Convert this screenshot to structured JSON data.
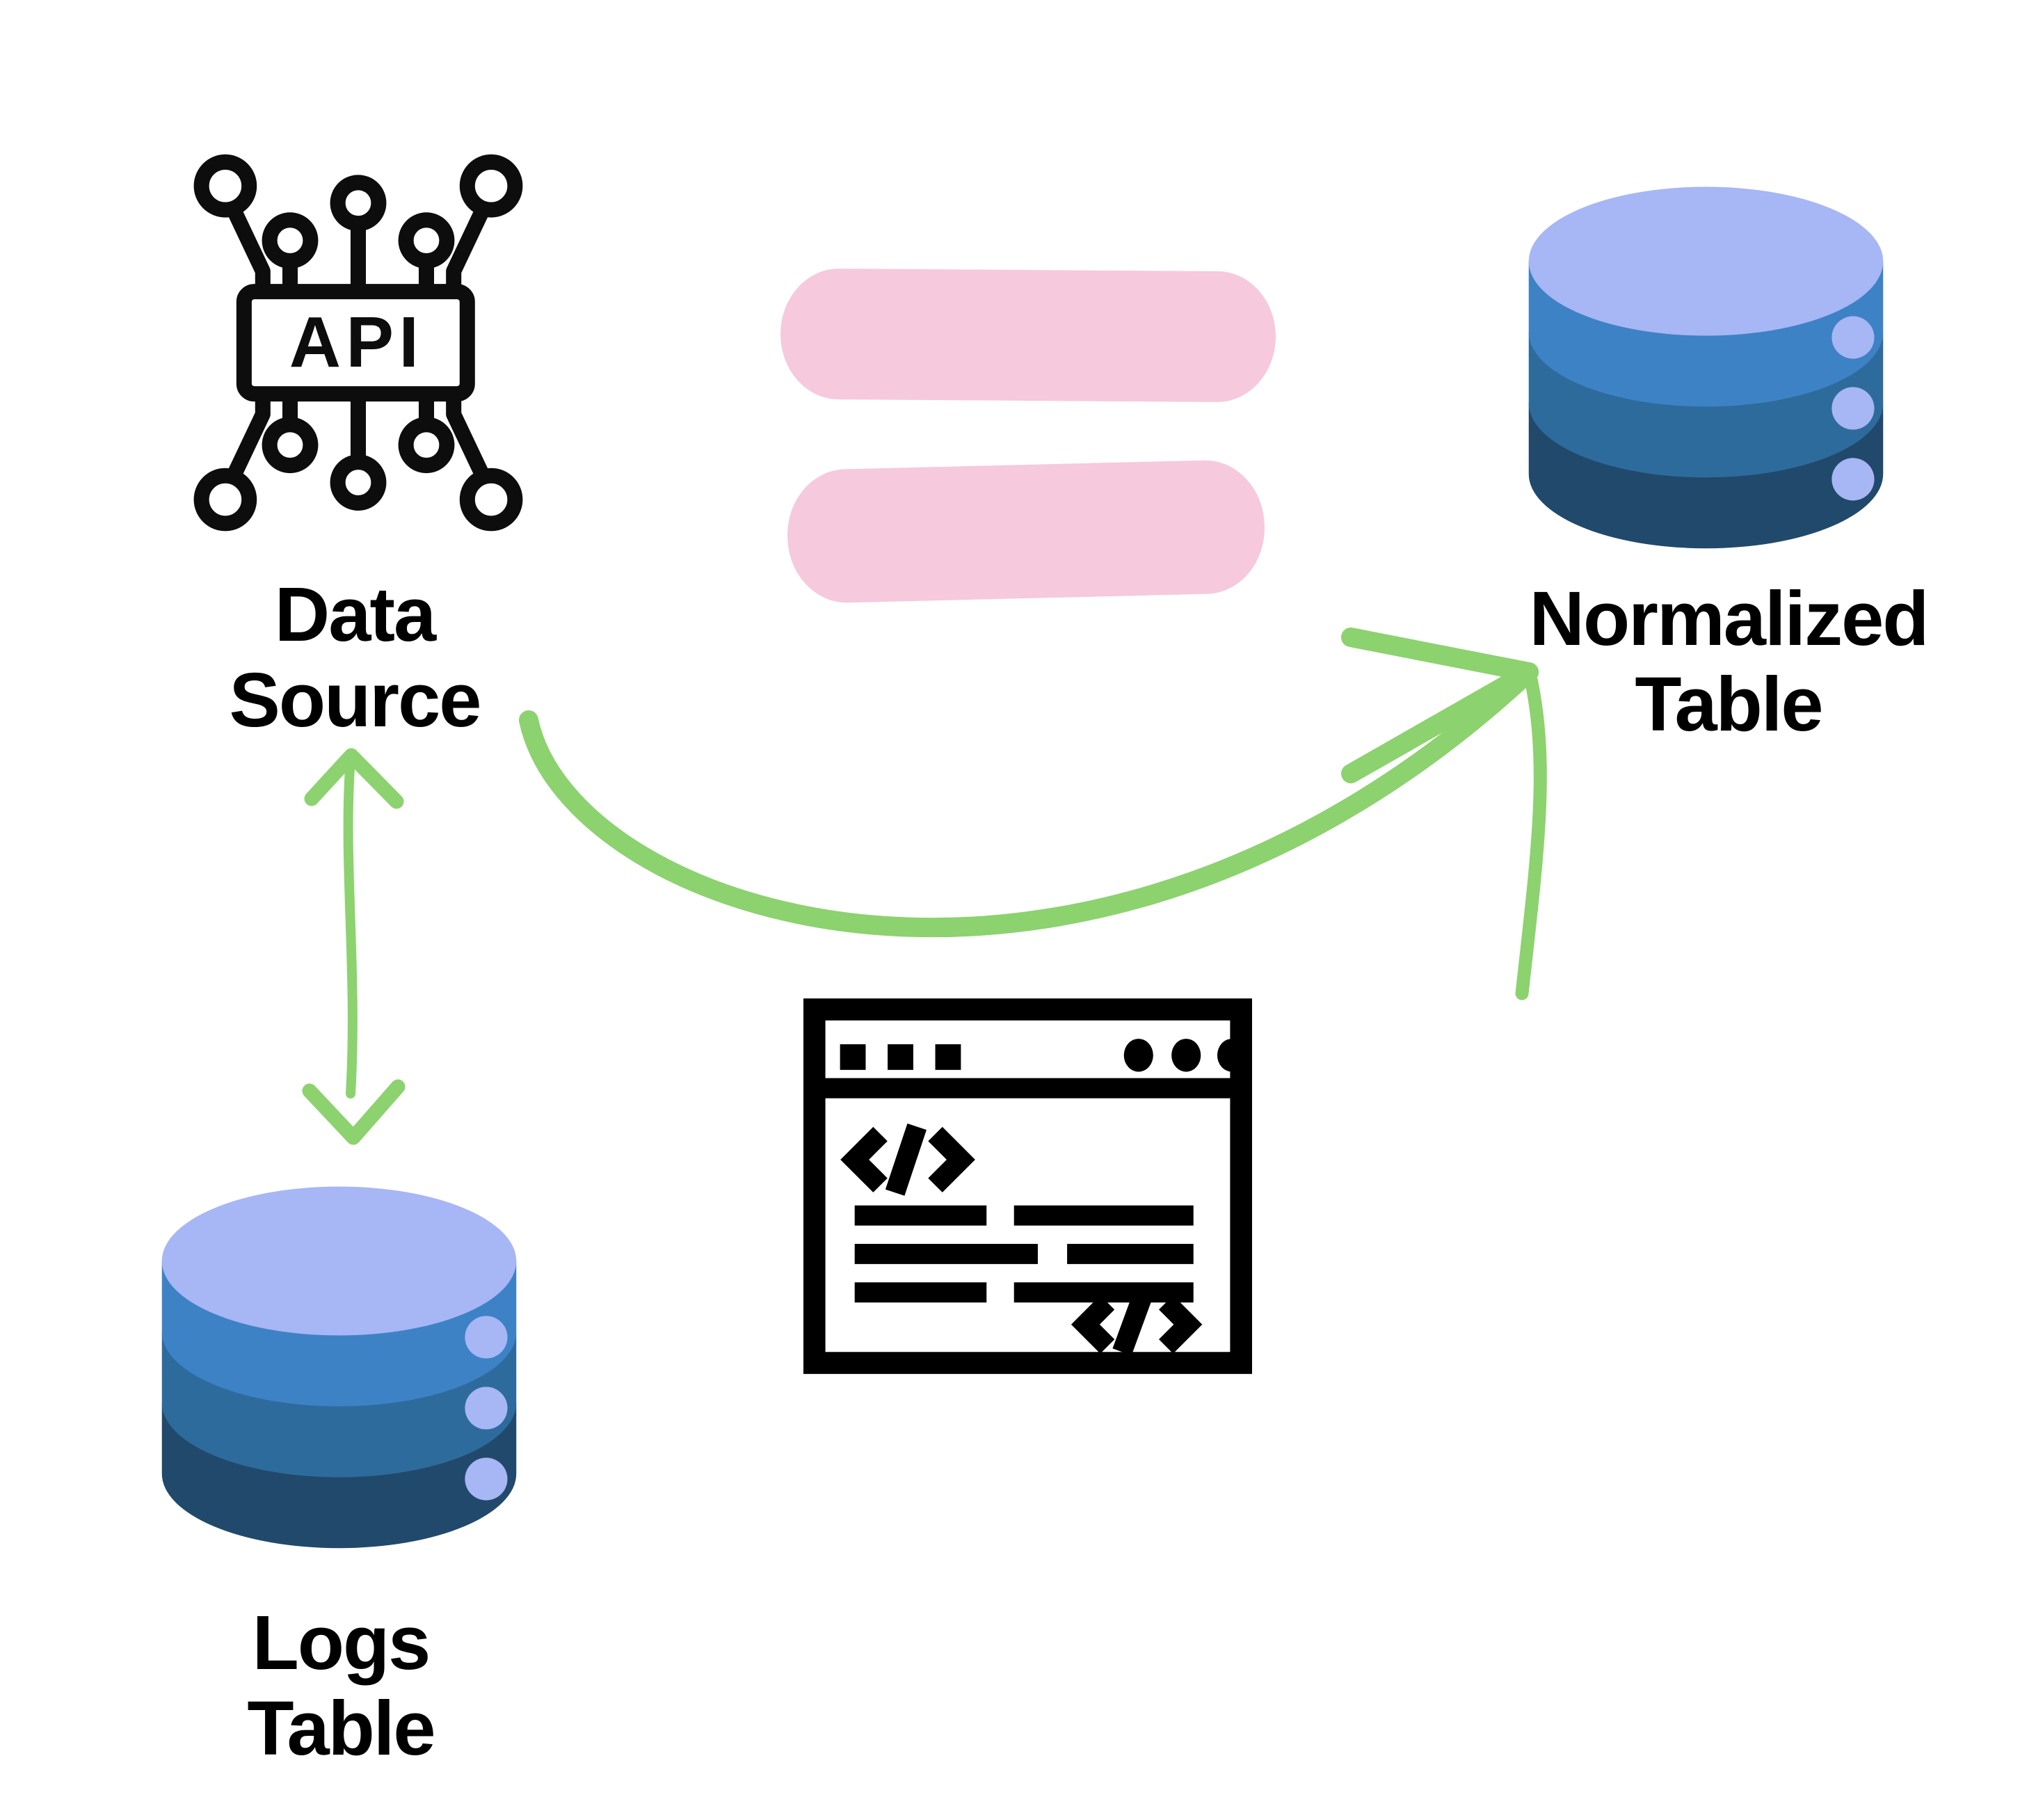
{
  "diagram": {
    "title": "ETL normalization diagram",
    "nodes": {
      "data_source": {
        "label_lines": [
          "Data",
          "Source"
        ],
        "icon": "api-icon",
        "api_text": "API"
      },
      "normalized_table": {
        "label_lines": [
          "Normalized",
          "Table"
        ],
        "icon": "database-icon"
      },
      "logs_table": {
        "label_lines": [
          "Logs",
          "Table"
        ],
        "icon": "database-icon"
      },
      "equals_sign": {
        "icon": "equals-sign",
        "meaning": "equivalence between source and normalized table"
      },
      "code_window": {
        "icon": "code-window-icon",
        "meaning": "transformation code"
      }
    },
    "edges": [
      {
        "from": "data_source",
        "to": "logs_table",
        "style": "double-headed-vertical-arrow",
        "color_name": "green"
      },
      {
        "from": "data_source",
        "to": "normalized_table",
        "style": "curved-swoosh-arrow",
        "color_name": "green"
      }
    ],
    "colors": {
      "background": "#FFFFFF",
      "pink": "#F6C9DD",
      "green": "#8CD26F",
      "db_top": "#A7B6F4",
      "db_band1": "#3E82C6",
      "db_band2": "#2E6B9D",
      "db_band3": "#21496B",
      "line_black": "#0D0D0D",
      "text_black": "#000000"
    }
  }
}
